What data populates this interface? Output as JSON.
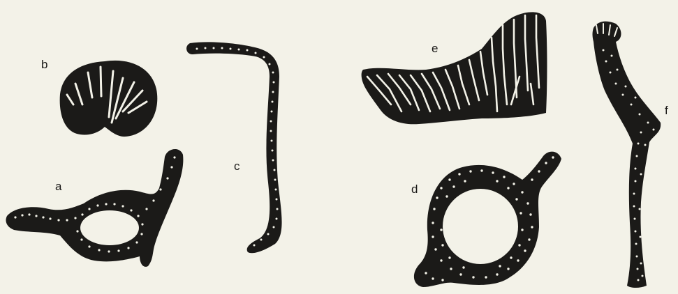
{
  "figure": {
    "labels": {
      "a": "a",
      "b": "b",
      "c": "c",
      "d": "d",
      "e": "e",
      "f": "f"
    },
    "colors": {
      "ink": "#1b1a18",
      "paper": "#f3f2e8"
    }
  }
}
